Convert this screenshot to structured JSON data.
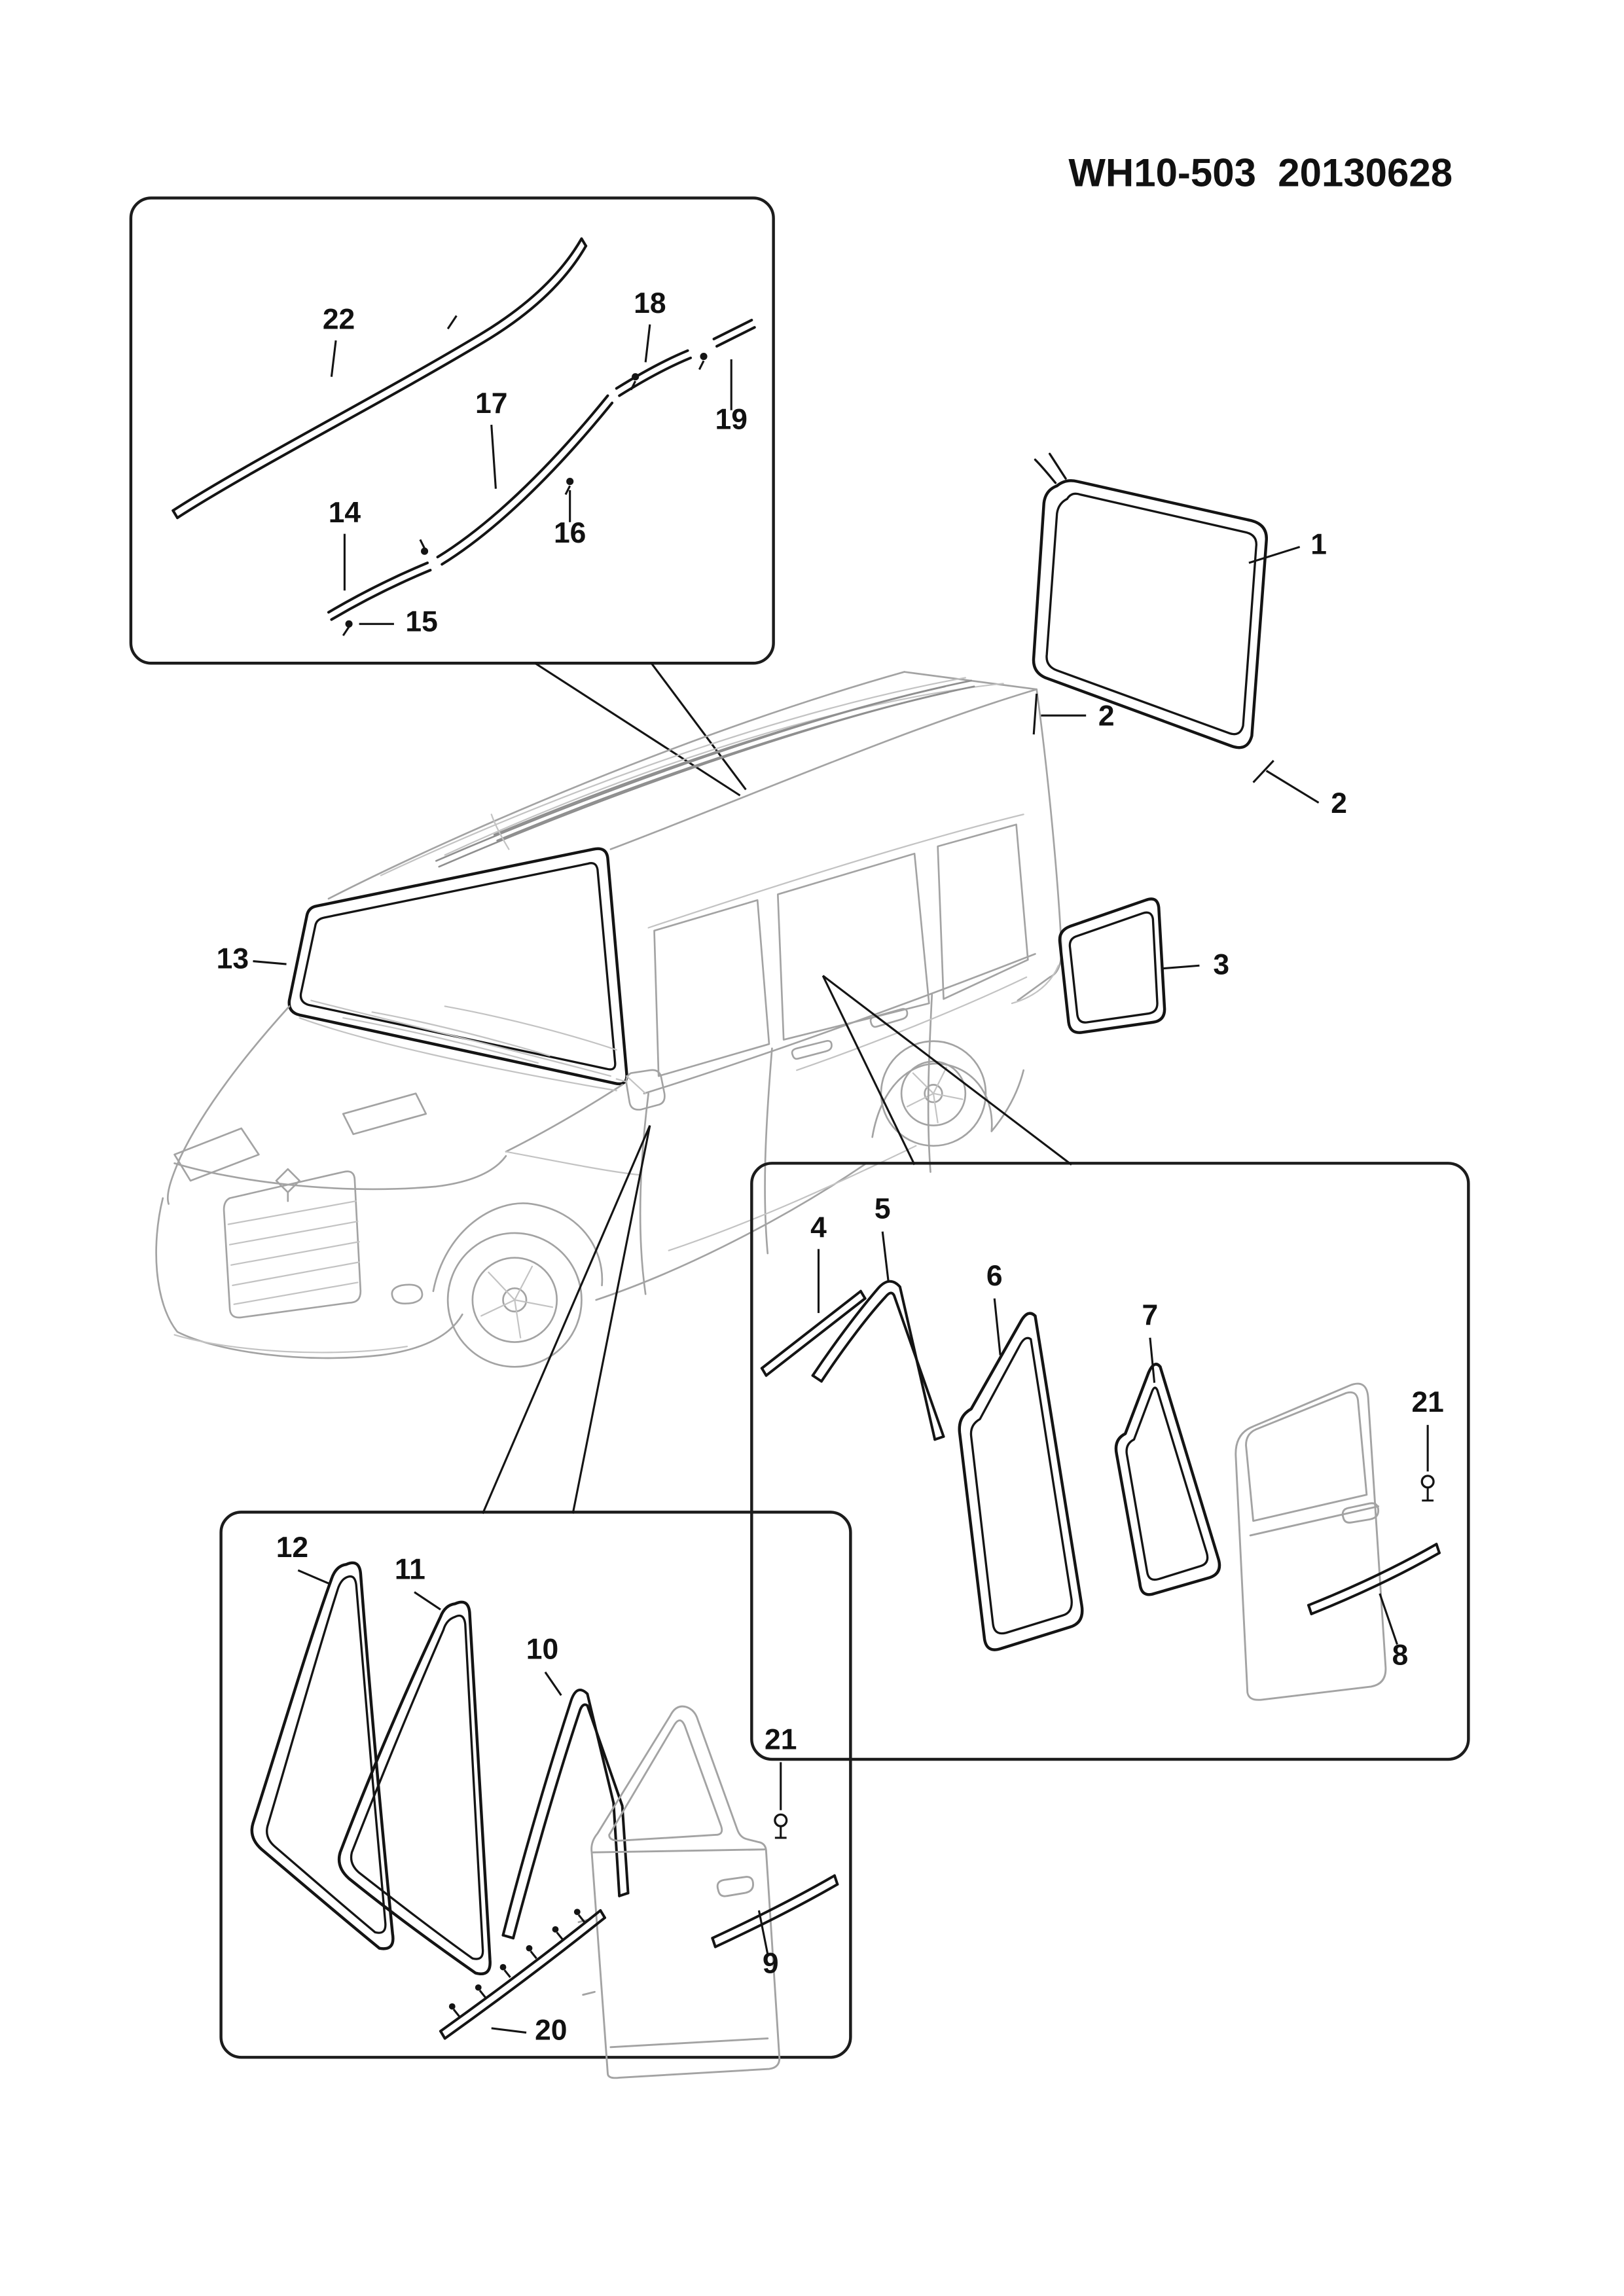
{
  "header": {
    "title": "WH10-503  20130628"
  },
  "callouts": [
    {
      "part": "22"
    },
    {
      "part": "18"
    },
    {
      "part": "17"
    },
    {
      "part": "16"
    },
    {
      "part": "14"
    },
    {
      "part": "19"
    },
    {
      "part": "15"
    },
    {
      "part": "13"
    },
    {
      "part": "1"
    },
    {
      "part": "2"
    },
    {
      "part": "2"
    },
    {
      "part": "3"
    },
    {
      "part": "4"
    },
    {
      "part": "5"
    },
    {
      "part": "6"
    },
    {
      "part": "7"
    },
    {
      "part": "21"
    },
    {
      "part": "8"
    },
    {
      "part": "12"
    },
    {
      "part": "11"
    },
    {
      "part": "10"
    },
    {
      "part": "21"
    },
    {
      "part": "9"
    },
    {
      "part": "20"
    }
  ]
}
